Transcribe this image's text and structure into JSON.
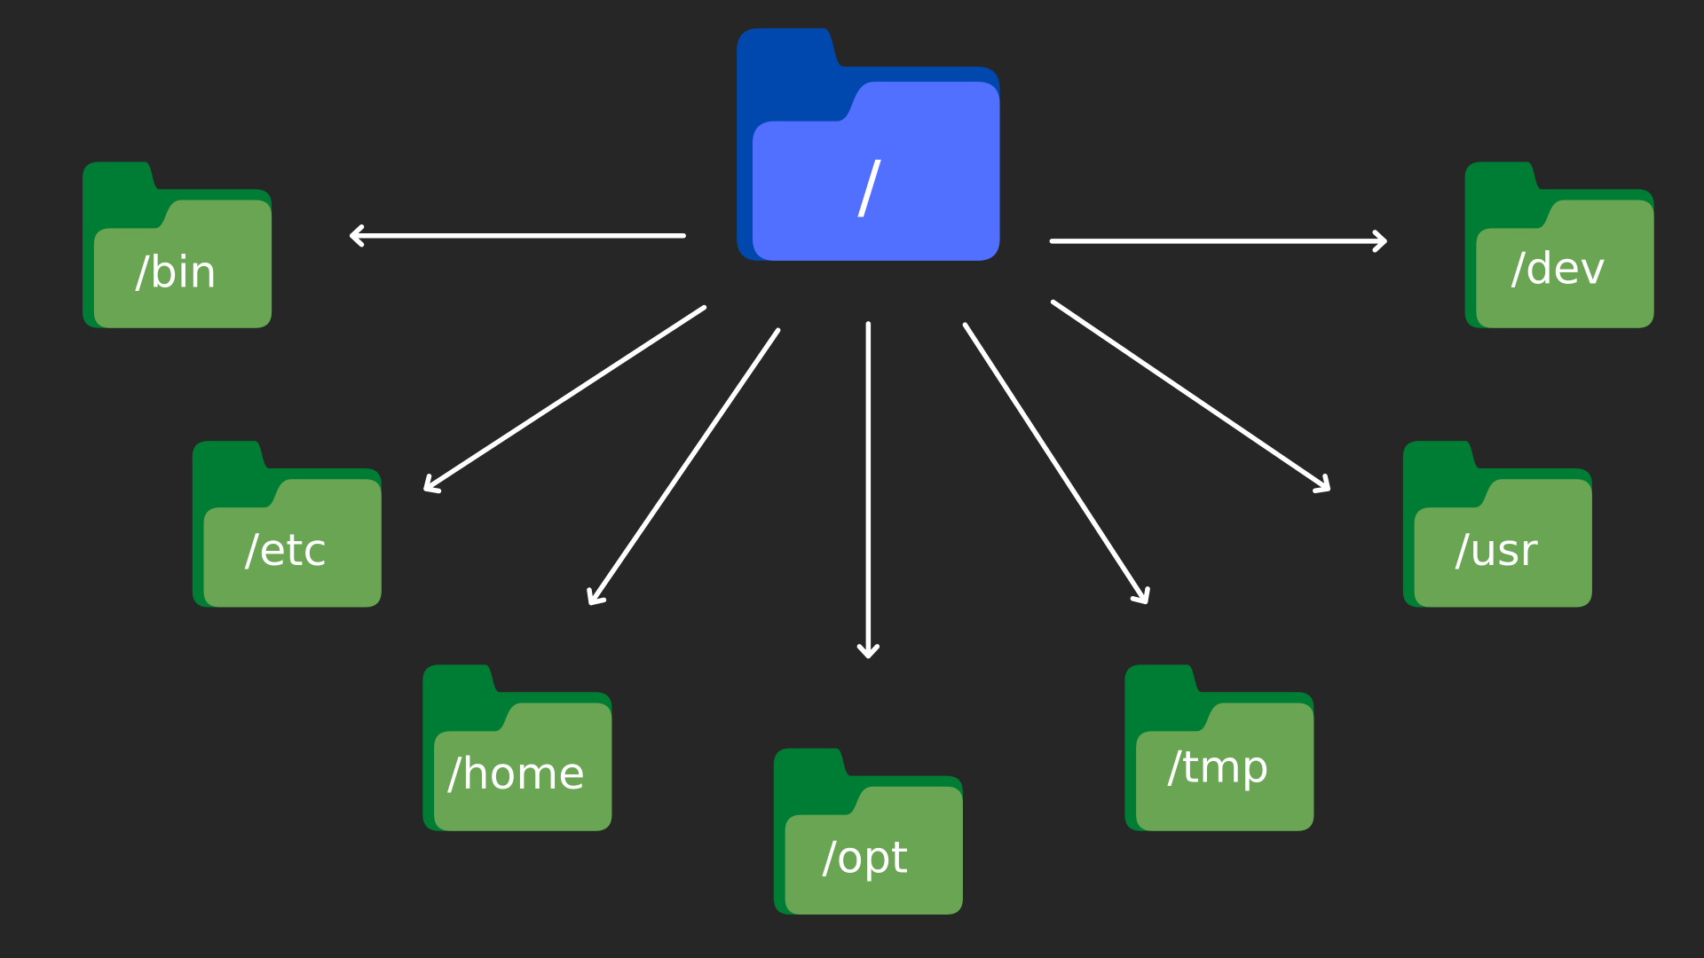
{
  "colors": {
    "background": "#262626",
    "root_back": "#0048ad",
    "root_front": "#5270ff",
    "child_back": "#007d35",
    "child_front": "#69a552",
    "arrow": "#ffffff",
    "text": "#ffffff"
  },
  "root": {
    "label": "/",
    "icon": "folder-icon"
  },
  "children": [
    {
      "id": "bin",
      "label": "/bin",
      "icon": "folder-icon"
    },
    {
      "id": "etc",
      "label": "/etc",
      "icon": "folder-icon"
    },
    {
      "id": "home",
      "label": "/home",
      "icon": "folder-icon"
    },
    {
      "id": "opt",
      "label": "/opt",
      "icon": "folder-icon"
    },
    {
      "id": "tmp",
      "label": "/tmp",
      "icon": "folder-icon"
    },
    {
      "id": "usr",
      "label": "/usr",
      "icon": "folder-icon"
    },
    {
      "id": "dev",
      "label": "/dev",
      "icon": "folder-icon"
    }
  ],
  "edges": [
    {
      "from": "root",
      "to": "bin"
    },
    {
      "from": "root",
      "to": "etc"
    },
    {
      "from": "root",
      "to": "home"
    },
    {
      "from": "root",
      "to": "opt"
    },
    {
      "from": "root",
      "to": "tmp"
    },
    {
      "from": "root",
      "to": "usr"
    },
    {
      "from": "root",
      "to": "dev"
    }
  ]
}
